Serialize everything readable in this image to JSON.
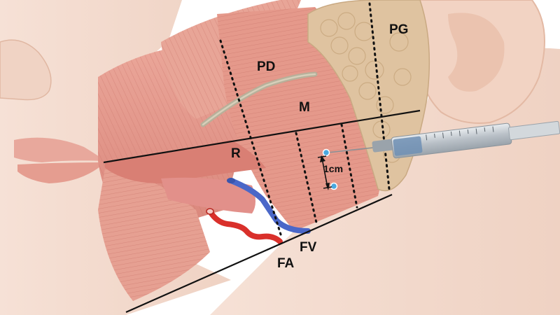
{
  "labels": {
    "pd": "PD",
    "pg": "PG",
    "m": "M",
    "r": "R",
    "fv": "FV",
    "fa": "FA",
    "distance": "1cm"
  },
  "colors": {
    "skin": "#f4dccf",
    "muscle": "#e39a8a",
    "muscle_dark": "#c96a60",
    "gland": "#dcc09c",
    "artery": "#d9302b",
    "vein": "#4a67c8",
    "duct": "#b8b09a",
    "syringe_barrel": "#c8ccd0",
    "syringe_liquid": "#6e8fb4",
    "injection_point": "#4aa8e0",
    "line": "#111111"
  }
}
